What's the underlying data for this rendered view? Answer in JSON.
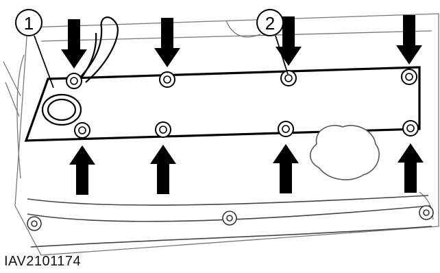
{
  "figure": {
    "id_label": "IAV2101174",
    "callouts": [
      {
        "number": "1",
        "target": "gasket-seal"
      },
      {
        "number": "2",
        "target": "valve-cover-bolt"
      }
    ],
    "arrow_direction_top": "down",
    "arrow_direction_bottom": "up",
    "bolt_count": 8
  }
}
